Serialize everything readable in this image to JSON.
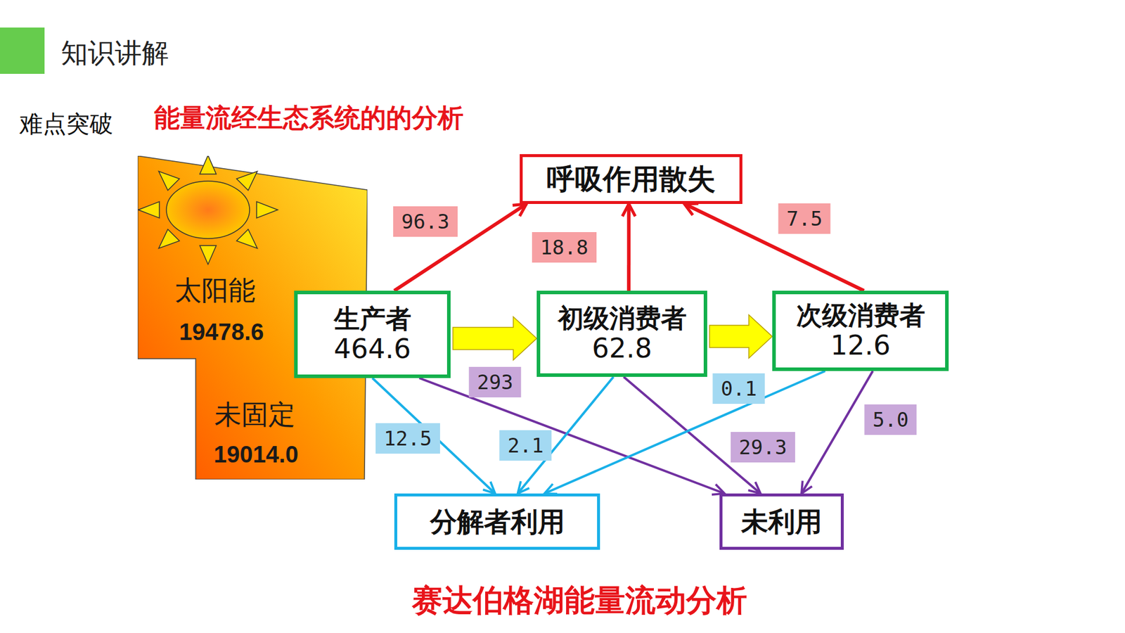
{
  "diagram": {
    "title": "知识讲解",
    "caption": "赛达伯格湖能量流动分析",
    "nodes": [
      {
        "text": [
          "太阳能",
          "19478.6",
          "未固定",
          "19014.0"
        ]
      },
      {
        "text": [
          "呼吸作用散失"
        ]
      },
      {
        "text": [
          "生产者",
          "464.6"
        ]
      },
      {
        "text": [
          "初级消费者",
          "62.8"
        ]
      },
      {
        "text": [
          "次级消费者",
          "12.6"
        ]
      },
      {
        "text": [
          "分解者利用"
        ]
      },
      {
        "text": [
          "未利用"
        ]
      }
    ],
    "edges": [
      {
        "from": 2,
        "to": 1,
        "label": "96.3",
        "arrow": "to"
      },
      {
        "from": 3,
        "to": 1,
        "label": "18.8",
        "arrow": "to"
      },
      {
        "from": 4,
        "to": 1,
        "label": "7.5",
        "arrow": "to"
      },
      {
        "from": 2,
        "to": 3,
        "arrow": "to"
      },
      {
        "from": 3,
        "to": 4,
        "arrow": "to"
      },
      {
        "from": 2,
        "to": 5,
        "label": "12.5",
        "arrow": "to"
      },
      {
        "from": 2,
        "to": 6,
        "label": "293",
        "arrow": "to"
      },
      {
        "from": 3,
        "to": 5,
        "label": "2.1",
        "arrow": "to"
      },
      {
        "from": 3,
        "to": 6,
        "label": "29.3",
        "arrow": "to"
      },
      {
        "from": 4,
        "to": 5,
        "label": "0.1",
        "arrow": "to"
      },
      {
        "from": 4,
        "to": 6,
        "label": "5.0",
        "arrow": "to"
      }
    ],
    "labels": [
      "难点突破",
      "能量流经生态系统的的分析"
    ]
  }
}
